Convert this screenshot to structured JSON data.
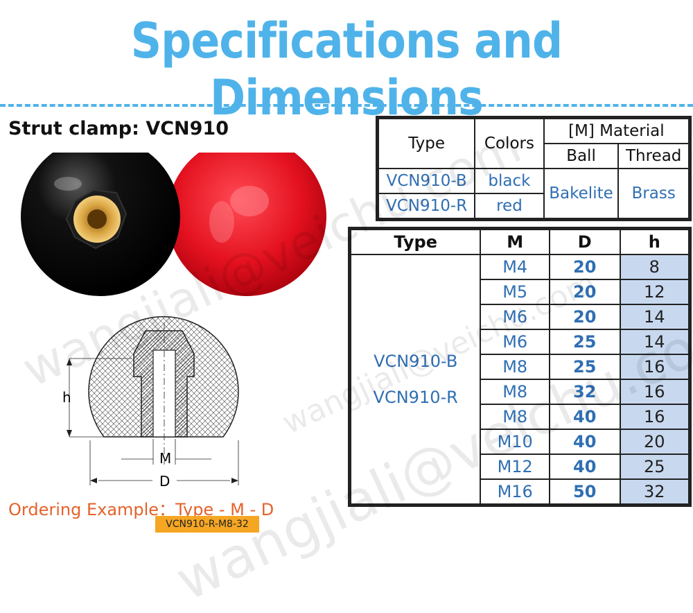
{
  "title": "Specifications and Dimensions",
  "subtitle": "Strut clamp: VCN910",
  "drawing": {
    "h_label": "h",
    "m_label": "M",
    "d_label": "D"
  },
  "ordering": {
    "label": "Ordering Example：Type - M - D",
    "example": "VCN910-R-M8-32"
  },
  "material_table": {
    "headers": {
      "type": "Type",
      "colors": "Colors",
      "material": "[M] Material",
      "ball": "Ball",
      "thread": "Thread"
    },
    "rows": [
      {
        "type": "VCN910-B",
        "color": "black"
      },
      {
        "type": "VCN910-R",
        "color": "red"
      }
    ],
    "ball": "Bakelite",
    "thread": "Brass"
  },
  "dims_table": {
    "headers": {
      "type": "Type",
      "m": "M",
      "d": "D",
      "h": "h"
    },
    "types": [
      "VCN910-B",
      "VCN910-R"
    ],
    "rows": [
      {
        "m": "M4",
        "d": "20",
        "h": "8"
      },
      {
        "m": "M5",
        "d": "20",
        "h": "12"
      },
      {
        "m": "M6",
        "d": "20",
        "h": "14"
      },
      {
        "m": "M6",
        "d": "25",
        "h": "14"
      },
      {
        "m": "M8",
        "d": "25",
        "h": "16"
      },
      {
        "m": "M8",
        "d": "32",
        "h": "16"
      },
      {
        "m": "M8",
        "d": "40",
        "h": "16"
      },
      {
        "m": "M10",
        "d": "40",
        "h": "20"
      },
      {
        "m": "M12",
        "d": "40",
        "h": "25"
      },
      {
        "m": "M16",
        "d": "50",
        "h": "32"
      }
    ]
  },
  "watermark": "wangjiali@veichu.com",
  "colors": {
    "title": "#4fb3ea",
    "accent_blue": "#2f6fb3",
    "h_column": "#c8d9ef",
    "ordering_text": "#e4622b",
    "ordering_badge": "#f5a623"
  }
}
